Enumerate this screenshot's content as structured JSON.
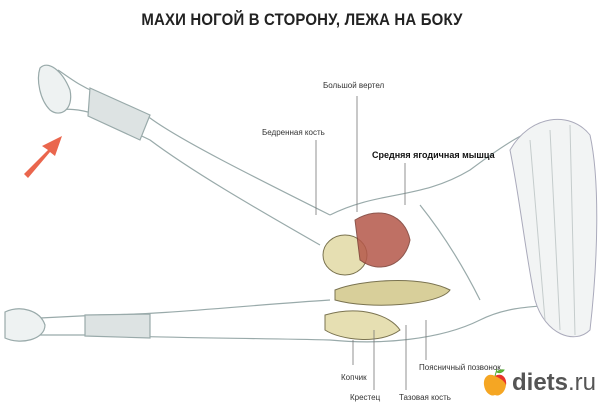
{
  "title": "МАХИ НОГОЙ В СТОРОНУ, ЛЕЖА НА БОКУ",
  "labels": {
    "greater_trochanter": "Большой вертел",
    "femur": "Бедренная кость",
    "gluteus_medius": "Средняя ягодичная мышца",
    "coccyx": "Копчик",
    "sacrum": "Крестец",
    "pelvic_bone": "Тазовая кость",
    "lumbar_vertebra": "Поясничный позвонок"
  },
  "logo": {
    "name": "diets",
    "tld": ".ru"
  },
  "colors": {
    "arrow": "#e8553a",
    "muscle": "#b5584a",
    "bone": "#d8cf9a"
  }
}
